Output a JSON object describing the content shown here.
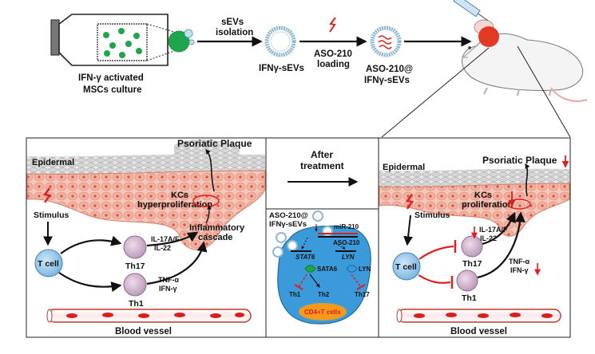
{
  "top": {
    "culture_line1": "IFN-γ activated",
    "culture_line2": "MSCs culture",
    "isolation_line1": "sEVs",
    "isolation_line2": "isolation",
    "ifn_sevs": "IFNγ-sEVs",
    "loading_line1": "ASO-210",
    "loading_line2": "loading",
    "final_line1": "ASO-210@",
    "final_line2": "IFNγ-sEVs"
  },
  "left_panel": {
    "psoriatic_plaque": "Psoriatic Plaque",
    "epidermal": "Epidermal",
    "kcs_line1": "KCs",
    "kcs_line2": "hyperproliferation",
    "inflam_line1": "Inflammatory",
    "inflam_line2": "cascade",
    "stimulus": "Stimulus",
    "t_cell": "T cell",
    "th17": "Th17",
    "th1": "Th1",
    "il17_line1": "IL-17A/F",
    "il17_line2": "IL-22",
    "tnf_line1": "TNF-α",
    "tnf_line2": "IFN-γ",
    "blood_vessel": "Blood vessel"
  },
  "middle_panel": {
    "after_line1": "After",
    "after_line2": "treatment",
    "aso_line1": "ASO-210@",
    "aso_line2": "IFNγ-sEVs",
    "mir210": "miR-210",
    "aso210": "ASO-210",
    "stat6": "STAT6",
    "lyn_gene": "LYN",
    "sata6": "SATA6",
    "lyn": "LYN",
    "th1": "Th1",
    "th2": "Th2",
    "th17": "Th17",
    "cd4": "CD4+T cells"
  },
  "right_panel": {
    "psoriatic_plaque": "Psoriatic Plaque",
    "epidermal": "Epidermal",
    "kcs_line1": "KCs",
    "kcs_line2": "proliferation",
    "stimulus": "Stimulus",
    "t_cell": "T cell",
    "th17": "Th17",
    "th1": "Th1",
    "il17_line1": "IL-17A/F",
    "il17_line2": "IL-22",
    "tnf_line1": "TNF-α",
    "tnf_line2": "IFN-γ",
    "blood_vessel": "Blood vessel"
  },
  "colors": {
    "arrow_black": "#111111",
    "inhibit_red": "#e01e1e",
    "skin_pink": "#f2b7a6",
    "nucleus_red": "#d9553c",
    "cell_blue": "#3b9ad9",
    "cd4_orange": "#f39a1e",
    "vessel_red": "#e02020",
    "green_dot": "#1fa64a"
  }
}
